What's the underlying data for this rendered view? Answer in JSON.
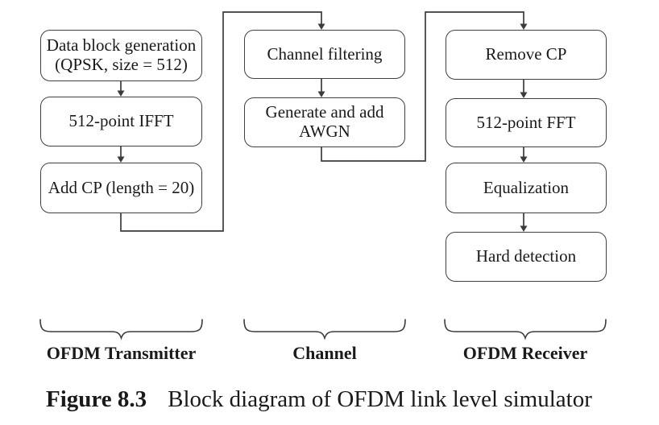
{
  "figure": {
    "caption_label": "Figure 8.3",
    "caption_text": "Block diagram of OFDM link level simulator"
  },
  "diagram": {
    "transmitter": {
      "group_label": "OFDM Transmitter",
      "blocks": [
        {
          "label": "Data block generation (QPSK, size = 512)"
        },
        {
          "label": "512-point IFFT"
        },
        {
          "label": "Add CP (length = 20)"
        }
      ]
    },
    "channel": {
      "group_label": "Channel",
      "blocks": [
        {
          "label": "Channel filtering"
        },
        {
          "label": "Generate and add AWGN"
        }
      ]
    },
    "receiver": {
      "group_label": "OFDM Receiver",
      "blocks": [
        {
          "label": "Remove CP"
        },
        {
          "label": "512-point FFT"
        },
        {
          "label": "Equalization"
        },
        {
          "label": "Hard detection"
        }
      ]
    },
    "line_color": "#3a3a40"
  }
}
